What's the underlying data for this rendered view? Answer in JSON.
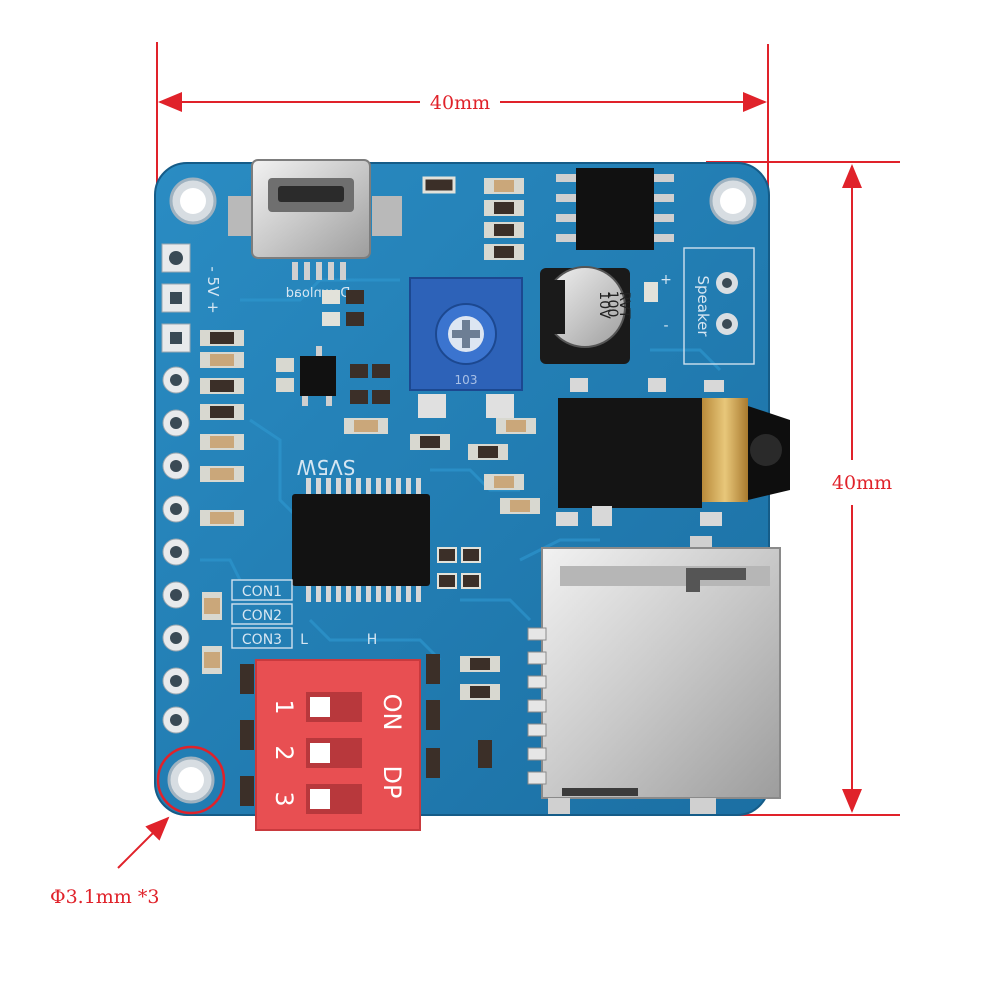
{
  "dimensions": {
    "width_label": "40mm",
    "height_label": "40mm",
    "hole_label": "Φ3.1mm *3"
  },
  "silkscreen": {
    "power_label": "- 5V +",
    "download_label": "Download",
    "chip_label": "SV5W",
    "speaker_label": "Speaker",
    "speaker_plus": "+",
    "speaker_minus": "-",
    "con1": "CON1",
    "con2": "CON2",
    "con3": "CON3",
    "l_label": "L",
    "h_label": "H",
    "pot_text": "103",
    "cap_line1": "100",
    "cap_line2": "10V",
    "cap_line3": "RVT"
  },
  "dip_switch": {
    "on_label": "ON",
    "dp_label": "DP",
    "numbers": [
      "1",
      "2",
      "3"
    ]
  },
  "colors": {
    "pcb": "#1f7fb4",
    "dimension_lines": "#e0222a",
    "dip_switch": "#e84f52"
  }
}
